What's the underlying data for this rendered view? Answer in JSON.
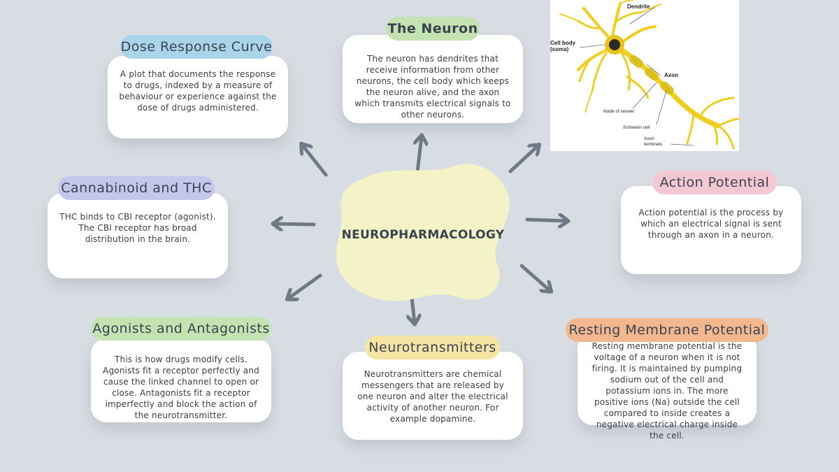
{
  "center": {
    "title": "NEUROPHARMACOLOGY"
  },
  "cards": {
    "dose": {
      "title": "Dose Response Curve",
      "body": "A plot that documents the response to drugs, indexed by a measure of behaviour or experience against the dose of drugs administered.",
      "pill_color": "#a9d4ea"
    },
    "neuron": {
      "title": "The Neuron",
      "body": "The neuron has dendrites that receive information from other neurons, the cell body which keeps the neuron alive, and the axon which transmits electrical signals to other neurons.",
      "pill_color": "#c4e3b3"
    },
    "cannabinoid": {
      "title": "Cannabinoid and THC",
      "body": "THC binds to CBI receptor (agonist). The CBI receptor has broad distribution in the brain.",
      "pill_color": "#c5c6ec"
    },
    "action": {
      "title": "Action Potential",
      "body": "Action potential is the process by which an electrical signal is sent through an axon in a neuron.",
      "pill_color": "#f3c8d2"
    },
    "agonists": {
      "title": "Agonists and Antagonists",
      "body": "This is how drugs modify cells. Agonists fit a receptor perfectly and cause the linked channel to open or close. Antagonists fit a receptor imperfectly and block the action of the neurotransmitter.",
      "pill_color": "#c4e3b3"
    },
    "neurotransmitters": {
      "title": "Neurotransmitters",
      "body": "Neurotransmitters are chemical messengers that are released by one neuron and alter the electrical activity of another neuron. For example dopamine.",
      "pill_color": "#f6e4a4"
    },
    "resting": {
      "title": "Resting Membrane Potential",
      "body": "Resting membrane potential is the voltage of a neuron when it is not firing. It is maintained by pumping sodium out of the cell and potassium ions in. The more positive ions (Na) outside the cell compared to inside creates a negative electrical charge inside the cell.",
      "pill_color": "#f2b78f"
    }
  },
  "neuron_image": {
    "labels": {
      "dendrite": "Dendrite",
      "cell_body": "Cell body",
      "soma": "(soma)",
      "axon": "Axon",
      "node": "Node of ranvier",
      "schwann": "Schwann cell",
      "axon_terminals_1": "Axon",
      "axon_terminals_2": "terminals"
    }
  },
  "colors": {
    "background": "#d8dde3",
    "blob": "#f4f3c7",
    "arrow": "#6e7a85"
  }
}
